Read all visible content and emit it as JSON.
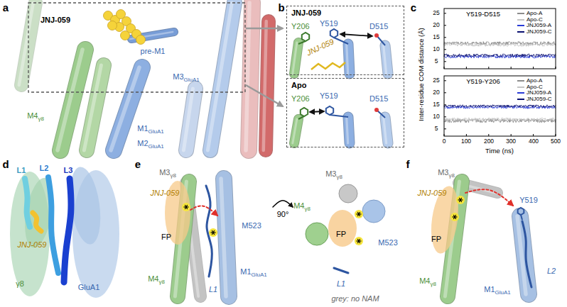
{
  "diagram": {
    "nodes": [
      {
        "text": [
          "JNJ-059",
          "Y206",
          "Y519",
          "D515",
          "JNJ-059"
        ]
      },
      {
        "text": [
          "Apo",
          "Y206",
          "Y519",
          "D515"
        ]
      }
    ],
    "labels": [
      "a",
      "b",
      "c",
      "d",
      "e",
      "f",
      "JNJ-059",
      "pre-M1",
      "M3",
      "GluA1",
      "M4",
      "γ8",
      "M1",
      "GluA1",
      "M2",
      "GluA1",
      "Y519-D515",
      "Y519-Y206",
      "Inter-residue COM distance (Å)",
      "Time (ns)",
      "0",
      "100",
      "200",
      "300",
      "400",
      "500",
      "5",
      "10",
      "15",
      "20",
      "25",
      "5",
      "10",
      "15",
      "20",
      "25",
      "L1",
      "L2",
      "L3",
      "JNJ-059",
      "γ8",
      "GluA1",
      "M3",
      "γ8",
      "JNJ-059",
      "FP",
      "M4",
      "γ8",
      "L1",
      "M1",
      "GluA1",
      "M523",
      "90°",
      "M3",
      "γ8",
      "M4",
      "γ8",
      "FP",
      "M523",
      "L1",
      "grey: no NAM",
      "M3",
      "γ8",
      "JNJ-059",
      "FP",
      "M4",
      "γ8",
      "Y519",
      "M1",
      "GluA1",
      "L2"
    ],
    "legend": [
      {
        "text": "Apo-A",
        "color": "#8c8c8c"
      },
      {
        "text": "Apo-C",
        "color": "#c4c4c4"
      },
      {
        "text": "JNJ059-A",
        "color": "#2a3cd6"
      },
      {
        "text": "JNJ059-C",
        "color": "#0a1070"
      },
      {
        "text": "Apo-A",
        "color": "#8c8c8c"
      },
      {
        "text": "Apo-C",
        "color": "#c4c4c4"
      },
      {
        "text": "JNJ059-A",
        "color": "#2a3cd6"
      },
      {
        "text": "JNJ059-C",
        "color": "#0a1070"
      }
    ]
  }
}
